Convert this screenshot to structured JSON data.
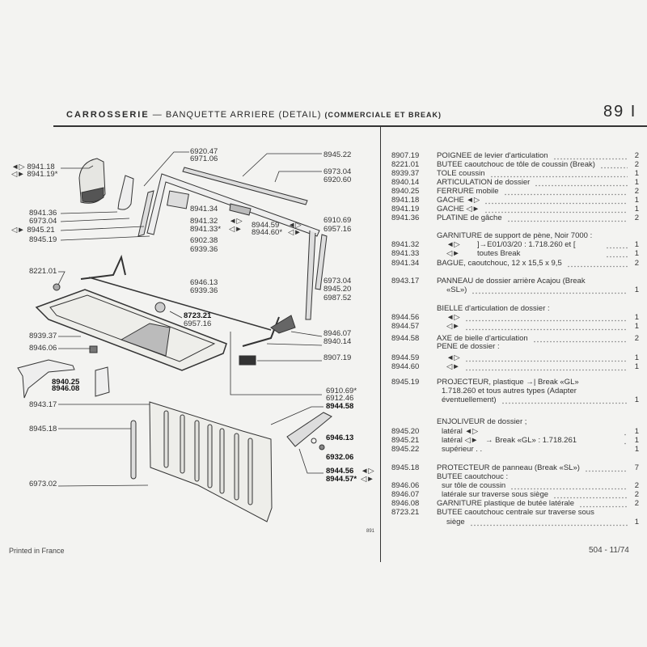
{
  "header": {
    "section": "CARROSSERIE",
    "dash": "—",
    "subtitle": "BANQUETTE ARRIERE (DETAIL)",
    "variant": "(COMMERCIALE ET BREAK)",
    "page_number": "89 I"
  },
  "diagram_labels": [
    "6920.47",
    "6971.06",
    "8945.22",
    "◄▷ 8941.18",
    "◁► 8941.19*",
    "6973.04",
    "6920.60",
    "8941.36",
    "6973.04",
    "◁► 8945.21",
    "8945.19",
    "8941.34",
    "8941.32",
    "8941.33*",
    "8944.59",
    "8944.60*",
    "6910.69",
    "6957.16",
    "6902.38",
    "6939.36",
    "8221.01",
    "6946.13",
    "6939.36",
    "6973.04",
    "8945.20",
    "6987.52",
    "8723.21",
    "6957.16",
    "8939.37",
    "8946.06",
    "8946.07",
    "8940.14",
    "8907.19",
    "8940.25",
    "8946.08",
    "6910.69*",
    "6912.46",
    "8944.58",
    "8943.17",
    "8945.18",
    "6946.13",
    "6932.06",
    "8944.56",
    "8944.57*",
    "6973.02"
  ],
  "diagram_side_marks": [
    "◄▷",
    "◁►",
    "◄▷",
    "◁►",
    "◄▷",
    "◁►"
  ],
  "parts": [
    {
      "ref": "8907.19",
      "desc": "POIGNEE de levier d'articulation",
      "qty": "2"
    },
    {
      "ref": "8221.01",
      "desc": "BUTEE caoutchouc de tôle de coussin (Break)",
      "qty": "2"
    },
    {
      "ref": "8939.37",
      "desc": "TOLE coussin",
      "qty": "1"
    },
    {
      "ref": "8940.14",
      "desc": "ARTICULATION de dossier",
      "qty": "1"
    },
    {
      "ref": "8940.25",
      "desc": "FERRURE mobile",
      "qty": "2"
    },
    {
      "ref": "8941.18",
      "desc": "GACHE ◄▷",
      "qty": "1"
    },
    {
      "ref": "8941.19",
      "desc": "GACHE ◁►",
      "qty": "1"
    },
    {
      "ref": "8941.36",
      "desc": "PLATINE de gâche",
      "qty": "2"
    },
    {
      "ref": "",
      "desc": "GARNITURE de support de pène, Noir 7000 :",
      "qty": ""
    },
    {
      "ref": "8941.32",
      "desc": "◄▷",
      "qty": "1"
    },
    {
      "ref": "8941.33",
      "desc": "◁►",
      "qty": "1"
    },
    {
      "ref": "8941.34",
      "desc": "BAGUE, caoutchouc, 12 x 15,5 x 9,5",
      "qty": "2"
    },
    {
      "ref": "8943.17",
      "desc": "PANNEAU de dossier arrière Acajou (Break",
      "qty": ""
    },
    {
      "ref": "",
      "desc": "«SL»)",
      "qty": "1"
    },
    {
      "ref": "",
      "desc": "BIELLE d'articulation de dossier :",
      "qty": ""
    },
    {
      "ref": "8944.56",
      "desc": "◄▷",
      "qty": "1"
    },
    {
      "ref": "8944.57",
      "desc": "◁►",
      "qty": "1"
    },
    {
      "ref": "8944.58",
      "desc": "AXE de bielle d'articulation",
      "qty": "2"
    },
    {
      "ref": "",
      "desc": "PENE de dossier :",
      "qty": ""
    },
    {
      "ref": "8944.59",
      "desc": "◄▷",
      "qty": "1"
    },
    {
      "ref": "8944.60",
      "desc": "◁►",
      "qty": "1"
    },
    {
      "ref": "8945.19",
      "desc": "PROJECTEUR, plastique →| Break «GL»",
      "qty": ""
    },
    {
      "ref": "",
      "desc": "1.718.260 et tous autres types (Adapter",
      "qty": ""
    },
    {
      "ref": "",
      "desc": "éventuellement)",
      "qty": "1"
    },
    {
      "ref": "",
      "desc": "ENJOLIVEUR de dossier ;",
      "qty": ""
    },
    {
      "ref": "8945.20",
      "desc": "latéral ◄▷",
      "qty": "1"
    },
    {
      "ref": "8945.21",
      "desc": "latéral ◁►",
      "qty": "1"
    },
    {
      "ref": "8945.22",
      "desc": "supérieur . .",
      "qty": "1"
    },
    {
      "ref": "8945.18",
      "desc": "PROTECTEUR de panneau (Break «SL»)",
      "qty": "7"
    },
    {
      "ref": "",
      "desc": "BUTEE caoutchouc :",
      "qty": ""
    },
    {
      "ref": "8946.06",
      "desc": "sur tôle de coussin",
      "qty": "2"
    },
    {
      "ref": "8946.07",
      "desc": "latérale sur traverse sous siège",
      "qty": "2"
    },
    {
      "ref": "8946.08",
      "desc": "GARNITURE plastique de butée latérale",
      "qty": "2"
    },
    {
      "ref": "8723.21",
      "desc": "BUTEE caoutchouc centrale sur traverse sous",
      "qty": ""
    },
    {
      "ref": "",
      "desc": "siège",
      "qty": "1"
    }
  ],
  "notes": {
    "garniture_note": "]→E01/03/20 : 1.718.260 et [",
    "garniture_note2": "toutes Break",
    "enjoliveur_note": "→ Break «GL» : 1.718.261"
  },
  "footer": {
    "printed": "Printed in France",
    "plate_ref": "891",
    "edition": "504 - 11/74"
  }
}
